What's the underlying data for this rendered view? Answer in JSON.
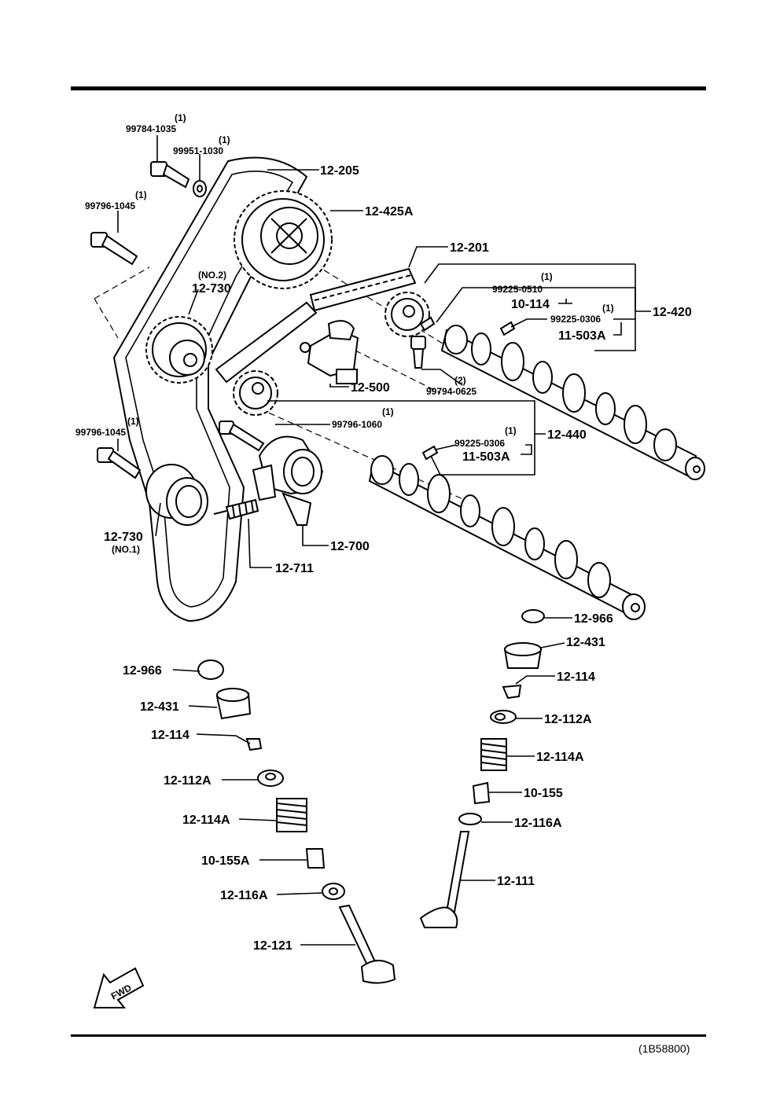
{
  "labels": {
    "p99784": "99784-1035",
    "p99784_qty": "(1)",
    "p99951": "99951-1030",
    "p99951_qty": "(1)",
    "p99796a": "99796-1045",
    "p99796a_qty": "(1)",
    "p12205": "12-205",
    "p12425A": "12-425A",
    "p12201": "12-201",
    "p12730no2_sub": "(NO.2)",
    "p12730no2": "12-730",
    "p99225_0510": "99225-0510",
    "p99225_0510_qty": "(1)",
    "p10114": "10-114",
    "p99225_0306a": "99225-0306",
    "p99225_0306a_qty": "(1)",
    "p11503Aa": "11-503A",
    "p12420": "12-420",
    "p12500": "12-500",
    "p99794": "99794-0625",
    "p99794_qty": "(2)",
    "p99796b": "99796-1045",
    "p99796b_qty": "(1)",
    "p99796_1060": "99796-1060",
    "p99796_1060_qty": "(1)",
    "p12440": "12-440",
    "p99225_0306b": "99225-0306",
    "p99225_0306b_qty": "(1)",
    "p11503Ab": "11-503A",
    "p12730no1": "12-730",
    "p12730no1_sub": "(NO.1)",
    "p12700": "12-700",
    "p12711": "12-711",
    "r12966": "12-966",
    "r12431": "12-431",
    "r12114": "12-114",
    "r12112A": "12-112A",
    "r12114A": "12-114A",
    "r10155": "10-155",
    "r12116A": "12-116A",
    "r12111": "12-111",
    "l12966": "12-966",
    "l12431": "12-431",
    "l12114": "12-114",
    "l12112A": "12-112A",
    "l12114A": "12-114A",
    "l10155A": "10-155A",
    "l12116A": "12-116A",
    "l12121": "12-121"
  },
  "fwd": "FWD",
  "reference": "(1B58800)"
}
